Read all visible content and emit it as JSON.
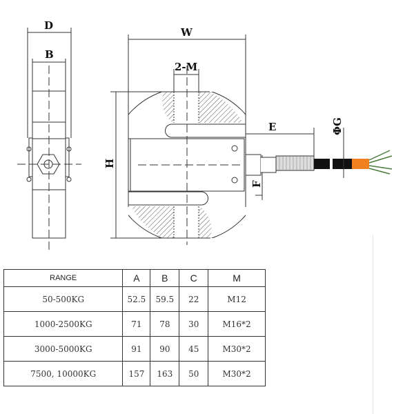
{
  "drawing": {
    "labels": {
      "D": "D",
      "B": "B",
      "W": "W",
      "M": "2-M",
      "H": "H",
      "E": "E",
      "G": "ΦG",
      "F": "F"
    },
    "colors": {
      "line": "#333333",
      "cable": "#111111",
      "sheath": "#f08020"
    }
  },
  "table": {
    "headers": [
      "RANGE",
      "A",
      "B",
      "C",
      "M"
    ],
    "rows": [
      [
        "50-500KG",
        "52.5",
        "59.5",
        "22",
        "M12"
      ],
      [
        "1000-2500KG",
        "71",
        "78",
        "30",
        "M16*2"
      ],
      [
        "3000-5000KG",
        "91",
        "90",
        "45",
        "M30*2"
      ],
      [
        "7500, 10000KG",
        "157",
        "163",
        "50",
        "M30*2"
      ]
    ]
  }
}
